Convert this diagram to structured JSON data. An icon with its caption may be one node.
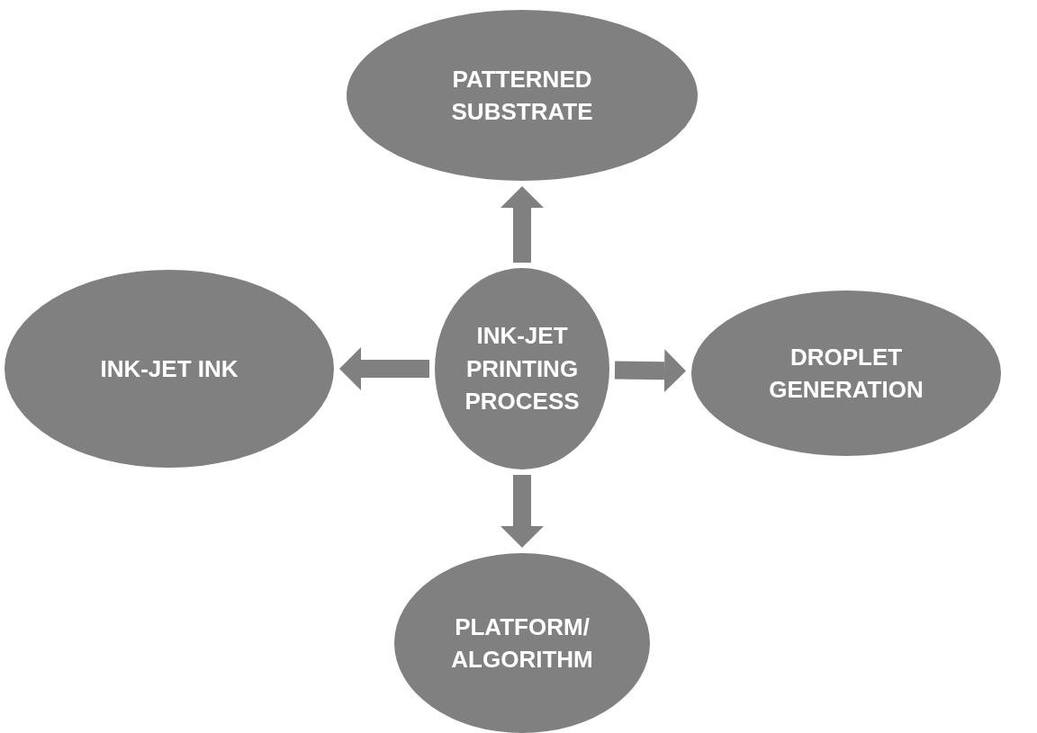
{
  "diagram": {
    "nodes": [
      {
        "text": [
          "PATTERNED SUBSTRATE"
        ]
      },
      {
        "text": [
          "INK-JET INK"
        ]
      },
      {
        "text": [
          "INK-JET PRINTING PROCESS"
        ]
      },
      {
        "text": [
          "DROPLET GENERATION"
        ]
      },
      {
        "text": [
          "PLATFORM/ ALGORITHM"
        ]
      }
    ],
    "edges": [
      {
        "from": 2,
        "to": 0,
        "arrow": "to"
      },
      {
        "from": 2,
        "to": 1,
        "arrow": "to"
      },
      {
        "from": 2,
        "to": 3,
        "arrow": "to"
      },
      {
        "from": 2,
        "to": 4,
        "arrow": "to"
      }
    ]
  }
}
